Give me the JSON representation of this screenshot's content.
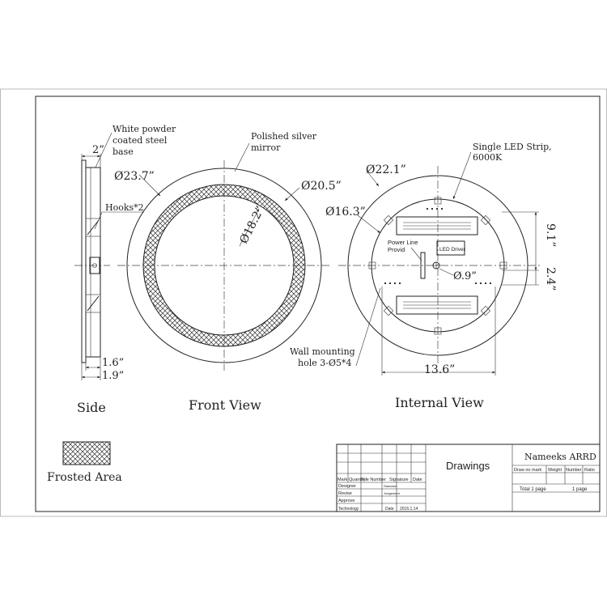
{
  "side": {
    "label": "Side",
    "base_note_l1": "White powder",
    "base_note_l2": "coated steel",
    "base_note_l3": "base",
    "depth": "2”",
    "hooks": "Hooks*2",
    "dim_a": "1.6”",
    "dim_b": "1.9”"
  },
  "front": {
    "label": "Front View",
    "mirror_note_l1": "Polished silver",
    "mirror_note_l2": "mirror",
    "outer_dia": "Ø23.7”",
    "inner_dia": "Ø20.5”",
    "clear_dia": "Ø18.2”"
  },
  "internal": {
    "label": "Internal View",
    "strip_note_l1": "Single LED Strip,",
    "strip_note_l2": "6000K",
    "outer_dia": "Ø22.1”",
    "inner_dia": "Ø16.3”",
    "power_l1": "Power Line",
    "power_l2": "Provid",
    "driver": "LED Driver",
    "hole_dia": "Ø.9”",
    "height_dim": "9.1”",
    "offset_dim": "2.4”",
    "width_dim": "13.6”",
    "wall_l1": "Wall mounting",
    "wall_l2": "hole 3-Ø5*4"
  },
  "legend": {
    "label": "Frosted Area"
  },
  "title_block": {
    "drawings": "Drawings",
    "company": "Nameeks ARRD",
    "col_mark": "Mark",
    "col_quantity": "Quantity",
    "col_file": "File Number",
    "col_signature": "Signature",
    "col_date": "Date",
    "designer": "Designer",
    "designer_sig": "Standard",
    "revise": "Revise",
    "revise_sig": "Judgement",
    "approve": "Approve",
    "technology": "Technology",
    "date_label": "Date",
    "date_value": "2016.1.14",
    "draw_no": "Draw no mark",
    "weight": "Weight",
    "number": "Number",
    "ratio": "Ratio",
    "total": "Total  1  page",
    "page": "1  page"
  }
}
